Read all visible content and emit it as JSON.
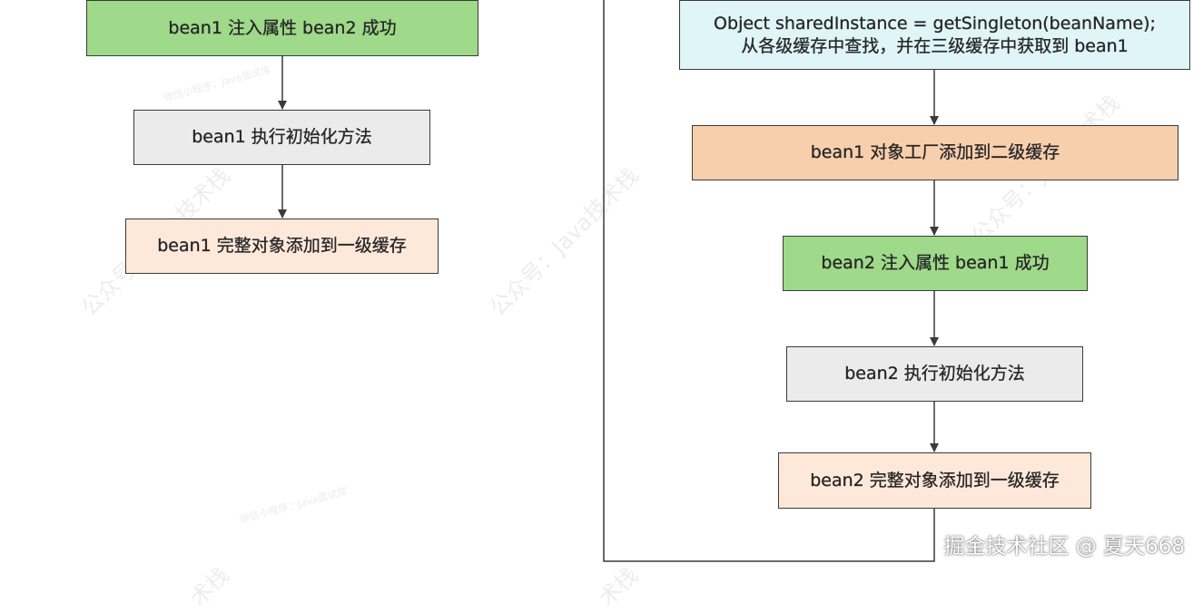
{
  "nodes": {
    "left_inject": {
      "label": "bean1 注入属性 bean2 成功",
      "color": "#9fd98a"
    },
    "left_init": {
      "label": "bean1 执行初始化方法",
      "color": "#ebebeb"
    },
    "left_cache": {
      "label": "bean1 完整对象添加到一级缓存",
      "color": "#fde8da"
    },
    "right_lookup": {
      "line1": "Object sharedInstance = getSingleton(beanName);",
      "line2": "从各级缓存中查找，并在三级缓存中获取到 bean1",
      "color": "#dff5f8"
    },
    "right_factory": {
      "label": "bean1 对象工厂添加到二级缓存",
      "color": "#f8cfad"
    },
    "right_inject": {
      "label": "bean2 注入属性 bean1 成功",
      "color": "#9fd98a"
    },
    "right_init": {
      "label": "bean2 执行初始化方法",
      "color": "#ebebeb"
    },
    "right_cache": {
      "label": "bean2 完整对象添加到一级缓存",
      "color": "#fde8da"
    }
  },
  "watermarks": {
    "account": "公众号：Java技术栈",
    "mini_program": "微信小程序：Java面试库",
    "tech_stack": "术栈"
  },
  "credit": "掘金技术社区 @ 夏天668"
}
